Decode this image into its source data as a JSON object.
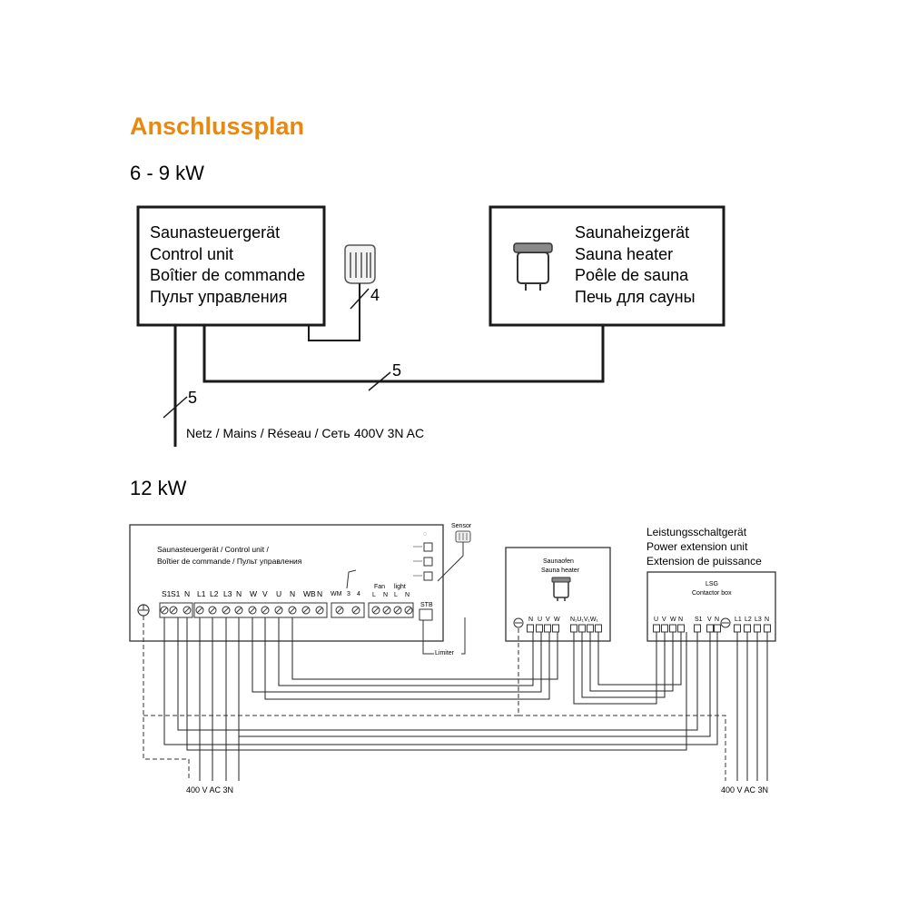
{
  "title": "Anschlussplan",
  "colors": {
    "title": "#e8880e",
    "ink": "#1a1a1a"
  },
  "section1": {
    "heading": "6 - 9 kW",
    "control_unit": [
      "Saunasteuergerät",
      "Control unit",
      "Boîtier de commande",
      "Пульт управления"
    ],
    "heater": [
      "Saunaheizgerät",
      "Sauna heater",
      "Poêle de sauna",
      "Печь для сауны"
    ],
    "sensor_wires": "4",
    "heater_wires": "5",
    "mains_wires": "5",
    "mains_label": "Netz / Mains / Réseau / Сеть",
    "mains_voltage": "400V 3N AC"
  },
  "section2": {
    "heading": "12 kW",
    "control_unit_label": [
      "Saunasteuergerät / Control unit /",
      "Boîtier de commande / Пульт управления"
    ],
    "control_terminals": [
      "S1",
      "S1",
      "N",
      "L1",
      "L2",
      "L3",
      "N",
      "W",
      "V",
      "U",
      "N",
      "WB",
      "N"
    ],
    "wm_label": "WM",
    "wm_terminals": [
      "3",
      "4"
    ],
    "fan_label": "Fan",
    "light_label": "light",
    "fan_light_terminals": [
      "L",
      "N",
      "L",
      "N"
    ],
    "stb_label": "STB",
    "limiter_label": "Limiter",
    "sensor_label": "Sensor",
    "heater_label": [
      "Saunaofen",
      "Sauna heater"
    ],
    "heater_terminals_a": [
      "N",
      "U",
      "V",
      "W"
    ],
    "heater_terminals_b": "N₁U₁V₁W₁",
    "power_ext_label": [
      "Leistungsschaltgerät",
      "Power extension unit",
      "Extension de puissance"
    ],
    "lsg_label": [
      "LSG",
      "Contactor box"
    ],
    "lsg_terminals": [
      "U",
      "V",
      "W",
      "N",
      "S1",
      "V",
      "N",
      "L1",
      "L2",
      "L3",
      "N"
    ],
    "supply_left": "400 V AC 3N",
    "supply_right": "400 V AC 3N"
  }
}
